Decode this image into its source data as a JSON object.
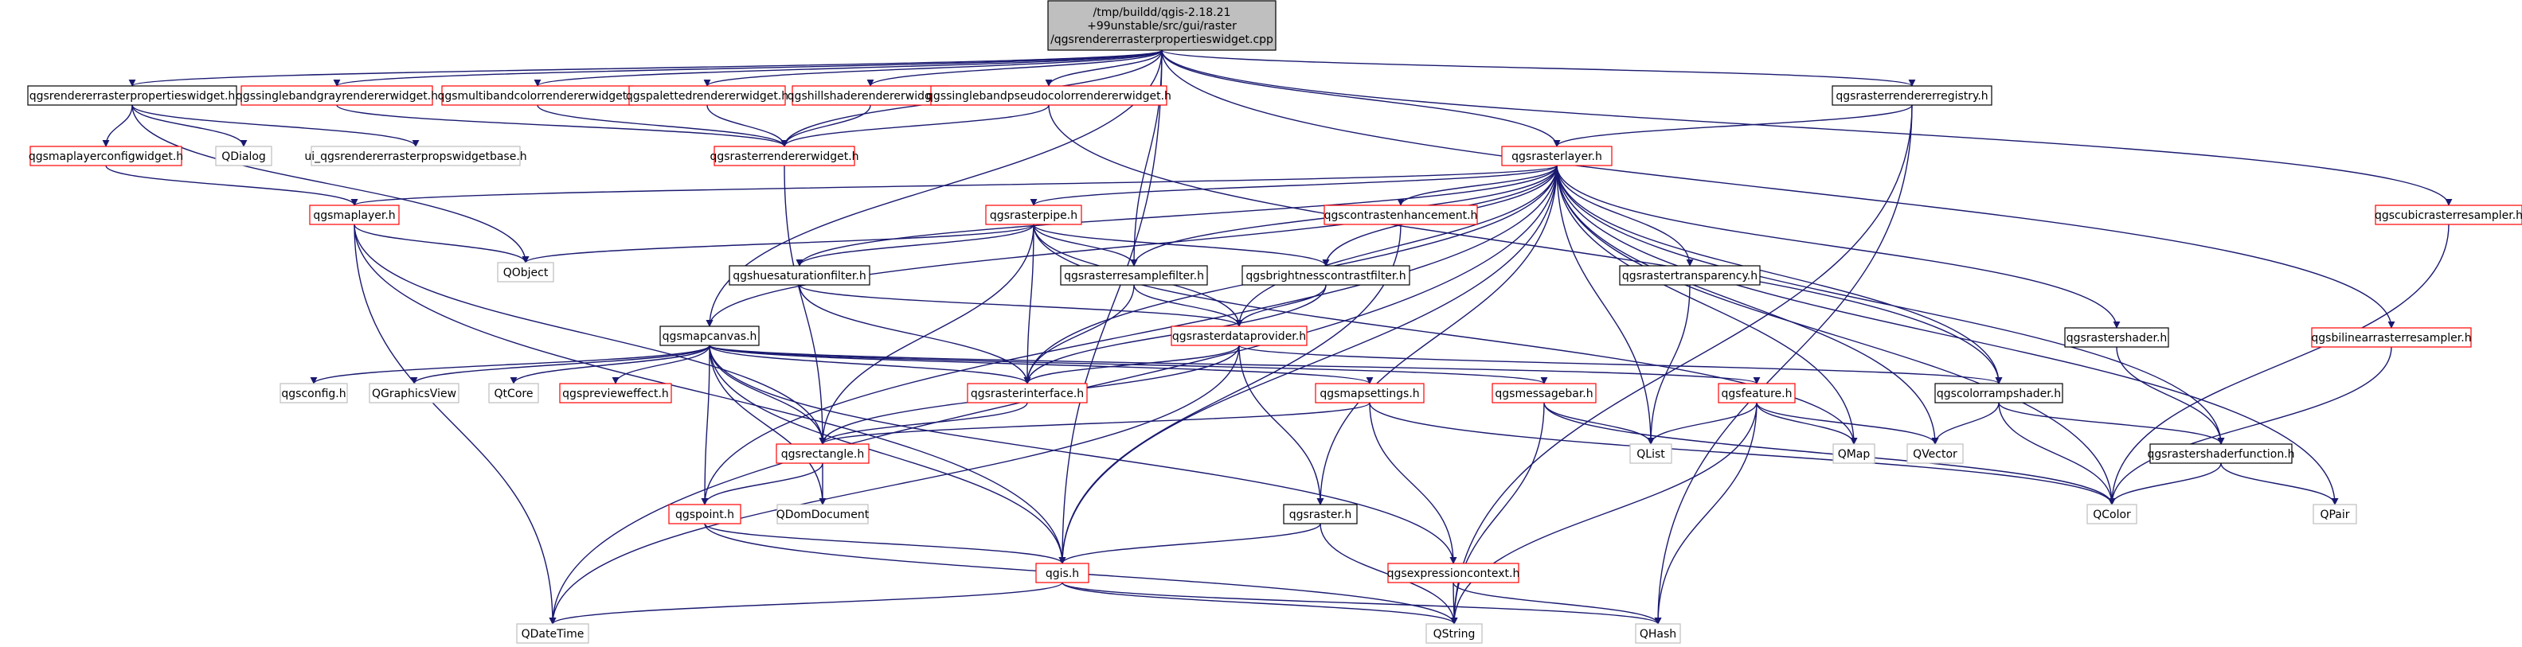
{
  "colors": {
    "edge": "#191970",
    "root_fill": "#bfbfbf",
    "documented_border": "#000000",
    "undocumented_border": "#ff0000",
    "external_border": "#bfbfbf",
    "node_fill": "#ffffff"
  },
  "root": {
    "line1": "/tmp/buildd/qgis-2.18.21",
    "line2": "+99unstable/src/gui/raster",
    "line3": "/qgsrendererrasterpropertieswidget.cpp"
  },
  "nodes": {
    "qgsrendererrasterpropertieswidget_h": "qgsrendererrasterpropertieswidget.h",
    "qgssinglebandgrayrendererwidget_h": "qgssinglebandgrayrendererwidget.h",
    "qgsmultibandcolorrendererwidget_h": "qgsmultibandcolorrendererwidget.h",
    "qgspalettedrendererwidget_h": "qgspalettedrendererwidget.h",
    "qgshillshaderendererwidget_h": "qgshillshaderendererwidget.h",
    "qgssinglebandpseudocolorrendererwidget_h": "qgssinglebandpseudocolorrendererwidget.h",
    "qgsrasterrendererregistry_h": "qgsrasterrendererregistry.h",
    "qgscubicrasterresampler_h": "qgscubicrasterresampler.h",
    "qgsmaplayerconfigwidget_h": "qgsmaplayerconfigwidget.h",
    "QDialog": "QDialog",
    "ui_qgsrendererrasterpropswidgetbase_h": "ui_qgsrendererrasterpropswidgetbase.h",
    "qgsrasterrendererwidget_h": "qgsrasterrendererwidget.h",
    "qgsrasterlayer_h": "qgsrasterlayer.h",
    "qgsmaplayer_h": "qgsmaplayer.h",
    "qgsrasterpipe_h": "qgsrasterpipe.h",
    "qgscontrastenhancement_h": "qgscontrastenhancement.h",
    "QObject": "QObject",
    "qgshuesaturationfilter_h": "qgshuesaturationfilter.h",
    "qgsrasterresamplefilter_h": "qgsrasterresamplefilter.h",
    "qgsbrightnesscontrastfilter_h": "qgsbrightnesscontrastfilter.h",
    "qgsrastertransparency_h": "qgsrastertransparency.h",
    "qgsrastershader_h": "qgsrastershader.h",
    "qgsbilinearrasterresampler_h": "qgsbilinearrasterresampler.h",
    "qgsmapcanvas_h": "qgsmapcanvas.h",
    "qgsrasterdataprovider_h": "qgsrasterdataprovider.h",
    "qgsconfig_h": "qgsconfig.h",
    "QGraphicsView": "QGraphicsView",
    "QtCore": "QtCore",
    "qgspreviewеffect_h": "qgspreviewеffect.h",
    "qgsrasterinterface_h": "qgsrasterinterface.h",
    "qgsmapsettings_h": "qgsmapsettings.h",
    "qgsmessagebar_h": "qgsmessagebar.h",
    "qgsfeature_h": "qgsfeature.h",
    "qgscolorrampshader_h": "qgscolorrampshader.h",
    "qgsrectangle_h": "qgsrectangle.h",
    "QList": "QList",
    "QMap": "QMap",
    "QVector": "QVector",
    "qgsrastershaderfunction_h": "qgsrastershaderfunction.h",
    "qgspoint_h": "qgspoint.h",
    "QDomDocument": "QDomDocument",
    "qgsraster_h": "qgsraster.h",
    "QColor": "QColor",
    "QPair": "QPair",
    "qgis_h": "qgis.h",
    "qgsexpressioncontext_h": "qgsexpressioncontext.h",
    "QDateTime": "QDateTime",
    "QString": "QString",
    "QHash": "QHash"
  }
}
